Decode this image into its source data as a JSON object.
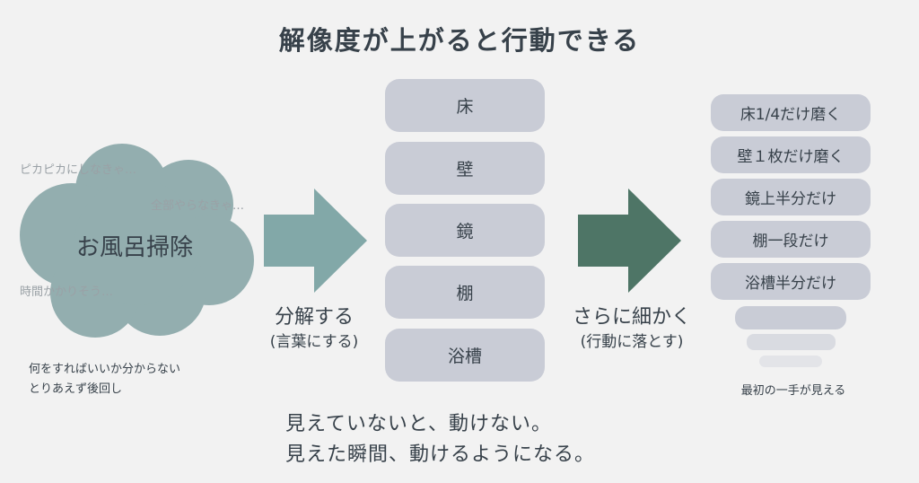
{
  "title": "解像度が上がると行動できる",
  "cloud": {
    "label": "お風呂掃除",
    "fill": "#93aeaf",
    "thoughts": [
      "ピカピカにしなきゃ…",
      "全部やらなきゃ…",
      "時間かかりそう…"
    ]
  },
  "left_notes": [
    "何をすればいいか分からない",
    "とりあえず後回し"
  ],
  "step1": {
    "main": "分解する",
    "sub": "(言葉にする)",
    "color": "#82a8a8"
  },
  "step2": {
    "main": "さらに細かく",
    "sub": "(行動に落とす)",
    "color": "#4e7566"
  },
  "middle_items": [
    "床",
    "壁",
    "鏡",
    "棚",
    "浴槽"
  ],
  "right_items": [
    "床1/4だけ磨く",
    "壁１枚だけ磨く",
    "鏡上半分だけ",
    "棚一段だけ",
    "浴槽半分だけ"
  ],
  "right_caption": "最初の一手が見える",
  "bottom_lines": [
    "見えていないと、動けない。",
    "見えた瞬間、動けるようになる。"
  ]
}
